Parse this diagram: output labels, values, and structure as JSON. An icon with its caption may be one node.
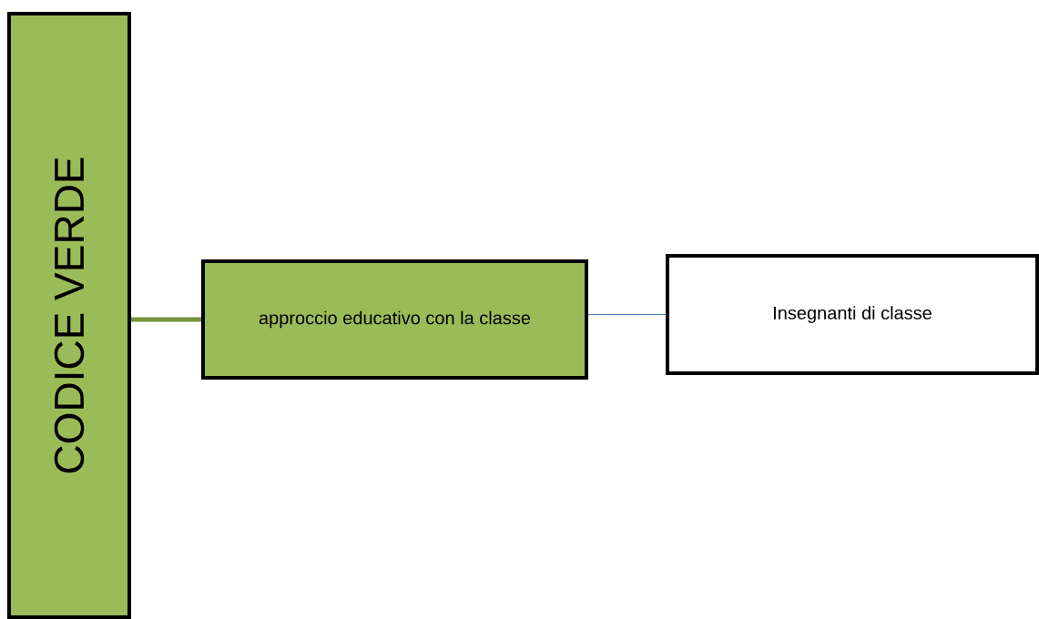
{
  "diagram": {
    "nodes": [
      {
        "text": [
          "CODICE VERDE"
        ]
      },
      {
        "text": [
          "approccio educativo con la classe"
        ]
      },
      {
        "text": [
          "Insegnanti di classe"
        ]
      }
    ],
    "edges": [
      {
        "from": 0,
        "to": 1,
        "arrow": "none",
        "style": "thick",
        "color": "#77933c"
      },
      {
        "from": 1,
        "to": 2,
        "arrow": "none",
        "color": "#4f81bd"
      }
    ]
  }
}
